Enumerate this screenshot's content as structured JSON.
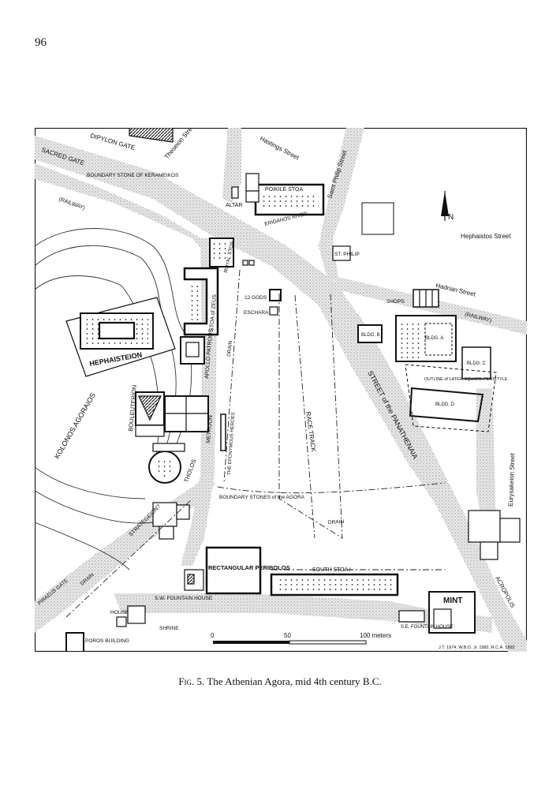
{
  "page_number": "96",
  "caption": {
    "prefix": "Fig. 5.",
    "text": "The Athenian Agora, mid 4th century",
    "era": "B.C."
  },
  "credit": "J.T. 1974, W.B.D. Jr. 1982, R.C.A. 1992",
  "labels": {
    "dipylon_gate": "DIPYLON GATE",
    "theseion_street": "Theseion Street",
    "sacred_gate": "SACRED GATE",
    "boundary_stone_kerameikos": "BOUNDARY STONE OF KERAMEIKOS",
    "railway_west": "(RAILWAY)",
    "hastings_street": "Hastings Street",
    "saint_philip_street": "Saint Philip Street",
    "poikile_stoa": "POIKILE STOA",
    "altar": "ALTAR",
    "eridanos_river": "ERIDANOS RIVER",
    "st_philip": "ST. PHILIP",
    "north_letter": "N",
    "hephaistos_street": "Hephaistos Street",
    "hadrian_street": "Hadrian Street",
    "shops": "SHOPS",
    "railway_east": "(RAILWAY)",
    "royal_stoa": "ROYAL STOA",
    "twelve_gods": "12 GODS",
    "eschara": "ESCHARA",
    "hephaisteion": "HEPHAISTEION",
    "stoa_of_zeus": "STOA of ZEUS",
    "drain_upper": "DRAIN",
    "apollo_patroos": "APOLLO PATROOS",
    "bldg_a": "BLDG. A",
    "bldg_b": "BLDG. B",
    "bldg_c": "BLDG. C",
    "bldg_d": "BLDG. D",
    "outline_peristyle": "OUTLINE of LATER SQUARE PERISTYLE",
    "street_of_panathenaia": "STREET of the PANATHENAIA",
    "race_track": "RACE TRACK",
    "bouleuterion": "BOULEUTERION",
    "metroon": "METROON",
    "eponymous_heroes": "THE EPONYMOUS HEROES",
    "kolonos_agoraios": "KOLONOS AGORAIOS",
    "tholos": "THOLOS",
    "eurysakeion_street": "Eurysakeion Street",
    "boundary_stones_agora": "BOUNDARY STONES of the AGORA",
    "strategeion": "STRATEGEION?",
    "drain_middle": "DRAIN",
    "rectangular_peribolos": "RECTANGULAR PERIBOLOS",
    "south_stoa": "SOUTH STOA I",
    "drain_lower": "DRAIN",
    "piraeus_gate": "PIRAEUS GATE",
    "sw_fountain_house": "S.W. FOUNTAIN HOUSE",
    "mint": "MINT",
    "house": "HOUSE",
    "shrine": "SHRINE",
    "se_fountain_house": "S.E. FOUNTAIN HOUSE",
    "acropolis": "ACROPOLIS",
    "poros_building": "POROS BUILDING"
  },
  "scale_bar": {
    "ticks": [
      "0",
      "50",
      "100 meters"
    ]
  }
}
